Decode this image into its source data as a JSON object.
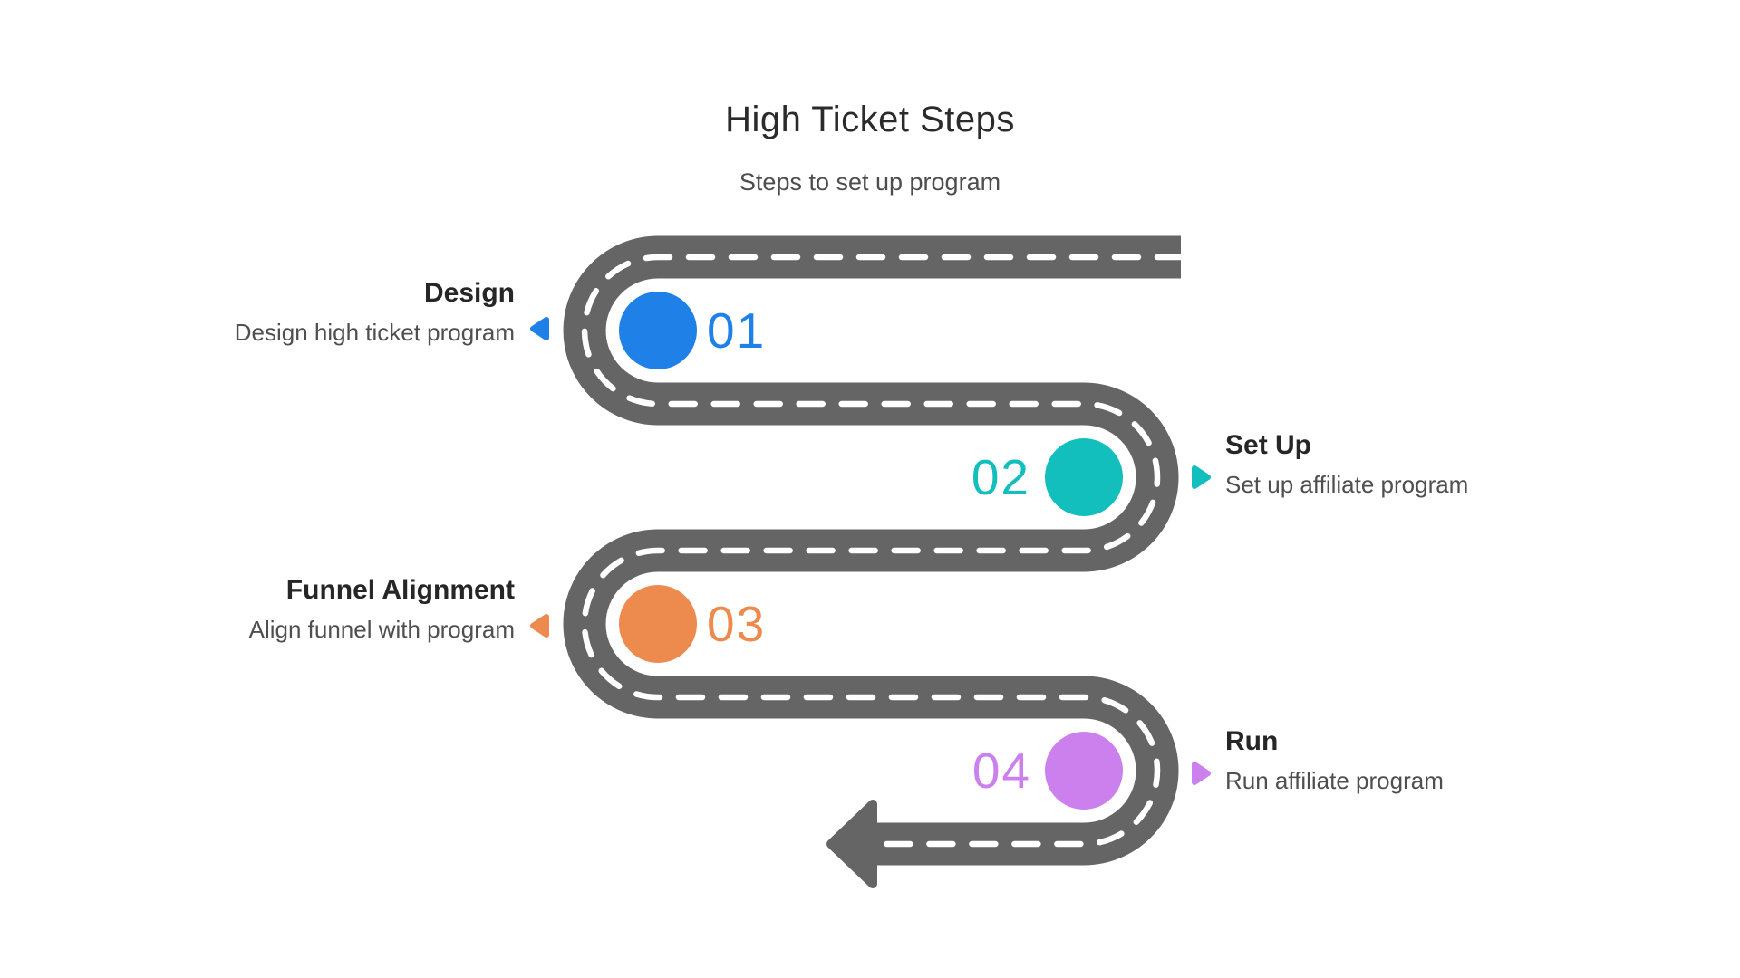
{
  "title": "High Ticket Steps",
  "subtitle": "Steps to set up program",
  "road": {
    "color": "#656565",
    "center_line_color": "#ffffff"
  },
  "steps": [
    {
      "number": "01",
      "title": "Design",
      "description": "Design high ticket program",
      "color": "#1f80e8",
      "side": "left"
    },
    {
      "number": "02",
      "title": "Set Up",
      "description": "Set up affiliate program",
      "color": "#12bfbc",
      "side": "right"
    },
    {
      "number": "03",
      "title": "Funnel Alignment",
      "description": "Align funnel with program",
      "color": "#ed8a4d",
      "side": "left"
    },
    {
      "number": "04",
      "title": "Run",
      "description": "Run affiliate program",
      "color": "#cc80ee",
      "side": "right"
    }
  ]
}
